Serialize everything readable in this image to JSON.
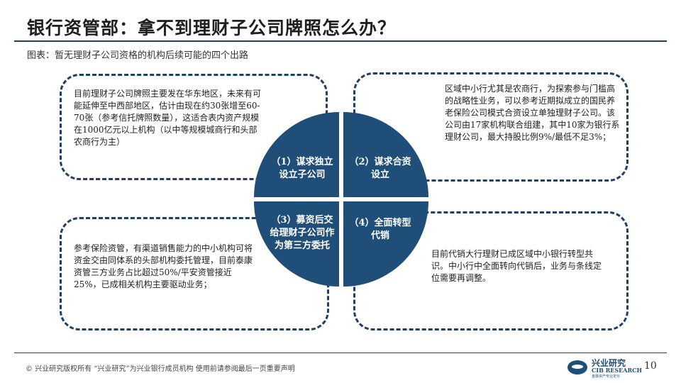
{
  "header": {
    "title": "银行资管部：拿不到理财子公司牌照怎么办？",
    "subtitle": "图表：暂无理财子公司资格的机构后续可能的四个出路"
  },
  "diagram": {
    "quadrants": [
      {
        "label": "（1）谋求独立设立子公司"
      },
      {
        "label": "（2）谋求合资设立"
      },
      {
        "label": "（3）募资后交给理财子公司作为第三方委托"
      },
      {
        "label": "（4）全面转型代销"
      }
    ],
    "boxes": [
      {
        "text": "目前理财子公司牌照主要发在华东地区，未来有可能延伸至中西部地区，估计由现在约30张增至60-70张（参考信托牌照数量），这适合表内资产规模在1000亿元以上机构（以中等规模城商行和头部农商行为主）"
      },
      {
        "text": "区域中小行尤其是农商行，为探索参与门槛高的战略性业务，可以参考近期拟成立的国民养老保险公司模式合资设立单独理财子公司。该公司由17家机构联合组建，其中10家为银行系理财公司，最大持股比例9%/最低不足3%；"
      },
      {
        "text": "参考保险资管，有渠道销售能力的中小机构可将资金交由同体系的头部机构委托管理，目前泰康资管三方业务占比超过50%/平安资管接近25%，已成相关机构主要驱动业务；"
      },
      {
        "text": "目前代销大行理财已成区域中小银行转型共识。中小行中全面转向代销后，业务与条线定位需要再调整。"
      }
    ],
    "colors": {
      "accent": "#1f4e79",
      "border": "#1f3f66"
    }
  },
  "footer": {
    "copyright": "© 兴业研究版权所有 “兴业研究”为兴业银行成员机构 使用前请参阅最后一页重要声明",
    "logo_cn": "兴业研究",
    "logo_en": "CIB RESEARCH",
    "logo_tag": "金融资产专业定价",
    "page": "10"
  }
}
